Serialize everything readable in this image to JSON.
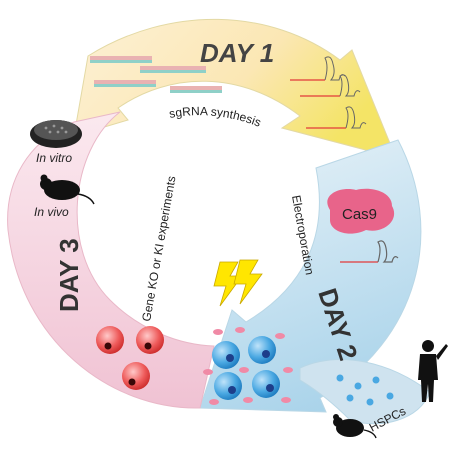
{
  "day1": {
    "title": "DAY 1",
    "process": "sgRNA synthesis"
  },
  "day2": {
    "title": "DAY 2",
    "process": "Electroporation",
    "protein": "Cas9"
  },
  "day3": {
    "title": "DAY 3",
    "process": "Gene KO or KI experiments",
    "in_vitro": "In vitro",
    "in_vivo": "In vivo"
  },
  "source": {
    "cells": "HSPCs"
  },
  "colors": {
    "day1_fill": "#fbe9b8",
    "day1_tip": "#f5e467",
    "day2_fill": "#cfe3f0",
    "day2_tip": "#a9d3e8",
    "day3_fill": "#f6d3e0",
    "cas9": "#e8648a",
    "lightning": "#ffe600",
    "cell_blue": "#2a8fd3",
    "cell_red": "#e13a3a",
    "dna_stripe": "#e0a0a0",
    "rna_red": "#e23a3a"
  },
  "icons": [
    "dna-template-icon",
    "sgrna-icon",
    "cas9-protein-icon",
    "lightning-icon",
    "cell-icon",
    "petri-dish-icon",
    "mouse-icon",
    "human-icon"
  ]
}
